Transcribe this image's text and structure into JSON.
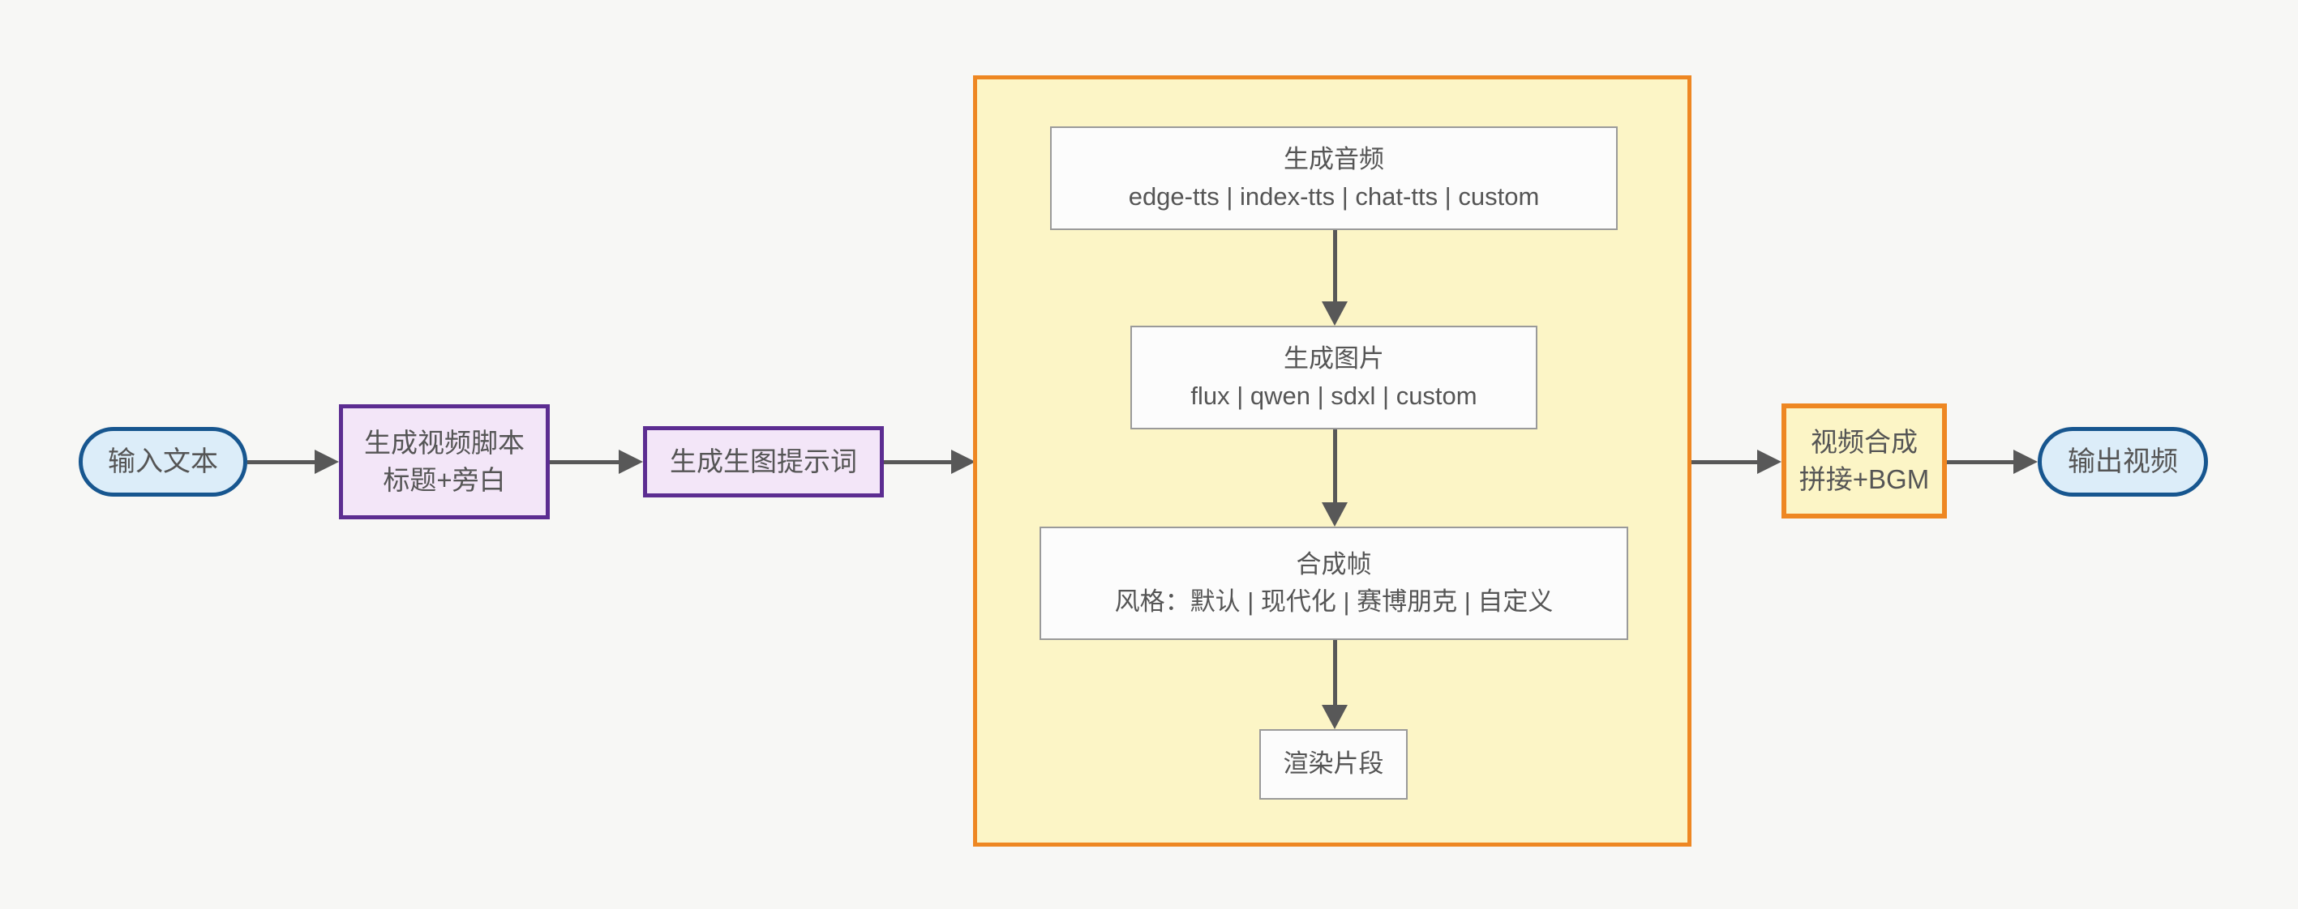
{
  "diagram": {
    "type": "flowchart-left-to-right",
    "colors": {
      "background": "#f7f7f5",
      "text": "#555555",
      "arrow": "#585858",
      "terminal_fill": "#dcedf9",
      "terminal_border": "#17568f",
      "process_fill": "#f3e6f8",
      "process_border": "#5c2d91",
      "subgraph_fill": "#fcf5c6",
      "subgraph_border": "#ee8722",
      "step_fill": "#fcfcfc",
      "step_border": "#9a9a9a"
    },
    "nodes": {
      "input_text": {
        "label": "输入文本"
      },
      "gen_script": {
        "title": "生成视频脚本",
        "subtitle": "标题+旁白"
      },
      "gen_prompt": {
        "label": "生成生图提示词"
      },
      "gen_audio": {
        "title": "生成音频",
        "subtitle": "edge-tts | index-tts | chat-tts | custom"
      },
      "gen_image": {
        "title": "生成图片",
        "subtitle": "flux | qwen | sdxl | custom"
      },
      "compose_frame": {
        "title": "合成帧",
        "subtitle": "风格：默认 | 现代化 | 赛博朋克 | 自定义"
      },
      "render_clip": {
        "label": "渲染片段"
      },
      "video_compose": {
        "title": "视频合成",
        "subtitle": "拼接+BGM"
      },
      "output_video": {
        "label": "输出视频"
      }
    }
  }
}
